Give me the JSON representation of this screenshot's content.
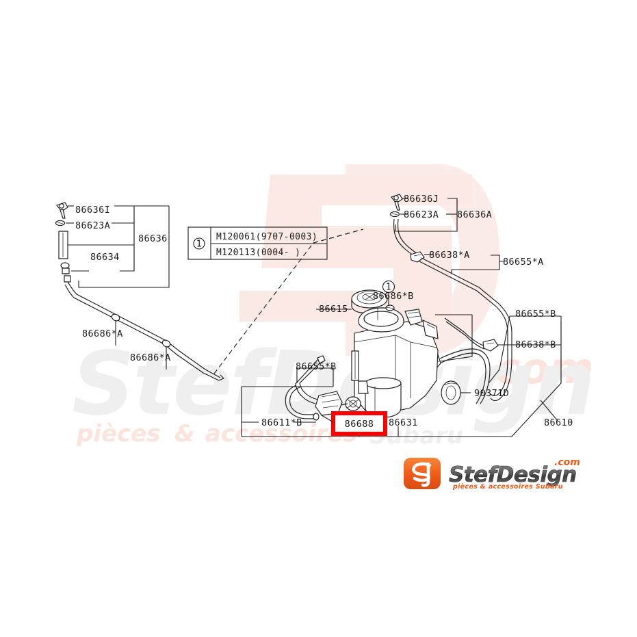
{
  "diagram": {
    "title": "Subaru washer system parts diagram",
    "highlight_color": "#ff0000",
    "highlighted_part": "86688",
    "note_marker": "1",
    "note_rows": [
      "M120061(9707-0003)",
      "M120113(0004-      )"
    ],
    "labels": {
      "l_86636I": "86636I",
      "l_86623A_left": "86623A",
      "l_86636": "86636",
      "l_86634": "86634",
      "l_86686A_1": "86686*A",
      "l_86686A_2": "86686*A",
      "l_86636J": "86636J",
      "l_86623A_right": "86623A",
      "l_86636A": "86636A",
      "l_86638A": "86638*A",
      "l_86655A": "86655*A",
      "l_86686B": "86686*B",
      "l_86655B_right": "86655*B",
      "l_86638B": "86638*B",
      "l_86615": "86615",
      "l_86655B_left": "86655*B",
      "l_90371D": "90371D",
      "l_86611B": "86611*B",
      "l_86688": "86688",
      "l_86631": "86631",
      "l_86610": "86610"
    }
  },
  "watermark": {
    "logo_text": "StefDesign",
    "logo_suffix": ".com",
    "tagline": "pièces & accessoires Subaru",
    "bg_word": "StefDesign",
    "bg_tagline_left": "pièces",
    "bg_tagline_mid": "&",
    "bg_tagline_right": "accessoires",
    "bg_suffix": ".com",
    "bg_monogram": "SD"
  },
  "logo": {
    "badge": "SD",
    "name": "StefDesign",
    "domain": ".com",
    "tagline": "pièces & accessoires Subaru",
    "badge_color": "#f26322",
    "name_color": "#4d4d4d"
  }
}
